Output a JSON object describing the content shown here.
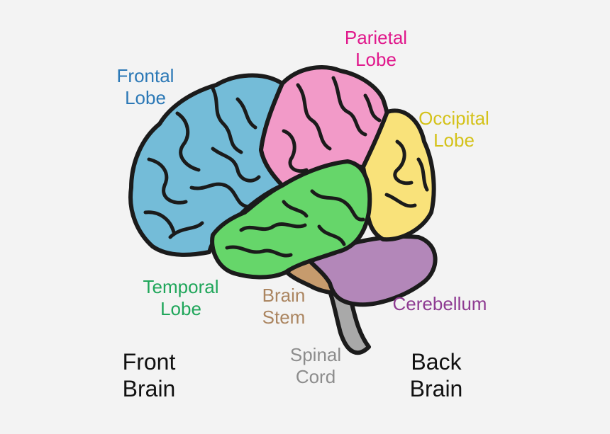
{
  "colors": {
    "background": "#f3f3f3",
    "outline": "#1b1b1b",
    "frontal": "#74bcd8",
    "parietal": "#f29ac8",
    "occipital": "#f9e27a",
    "temporal": "#66d66a",
    "cerebellum": "#b387b9",
    "brain_stem": "#c69b6d",
    "spinal_cord": "#a9a9a9"
  },
  "labels": {
    "frontal": {
      "line1": "Frontal",
      "line2": "Lobe",
      "color": "#2b78b6"
    },
    "parietal": {
      "line1": "Parietal",
      "line2": "Lobe",
      "color": "#e0198c"
    },
    "occipital": {
      "line1": "Occipital",
      "line2": "Lobe",
      "color": "#d4c21a"
    },
    "temporal": {
      "line1": "Temporal",
      "line2": "Lobe",
      "color": "#1fa65a"
    },
    "brain_stem": {
      "line1": "Brain",
      "line2": "Stem",
      "color": "#ab8560"
    },
    "cerebellum": {
      "line1": "Cerebellum",
      "color": "#8e3b92"
    },
    "spinal_cord": {
      "line1": "Spinal",
      "line2": "Cord",
      "color": "#8c8c8c"
    },
    "front": {
      "line1": "Front",
      "line2": "Brain"
    },
    "back": {
      "line1": "Back",
      "line2": "Brain"
    }
  }
}
